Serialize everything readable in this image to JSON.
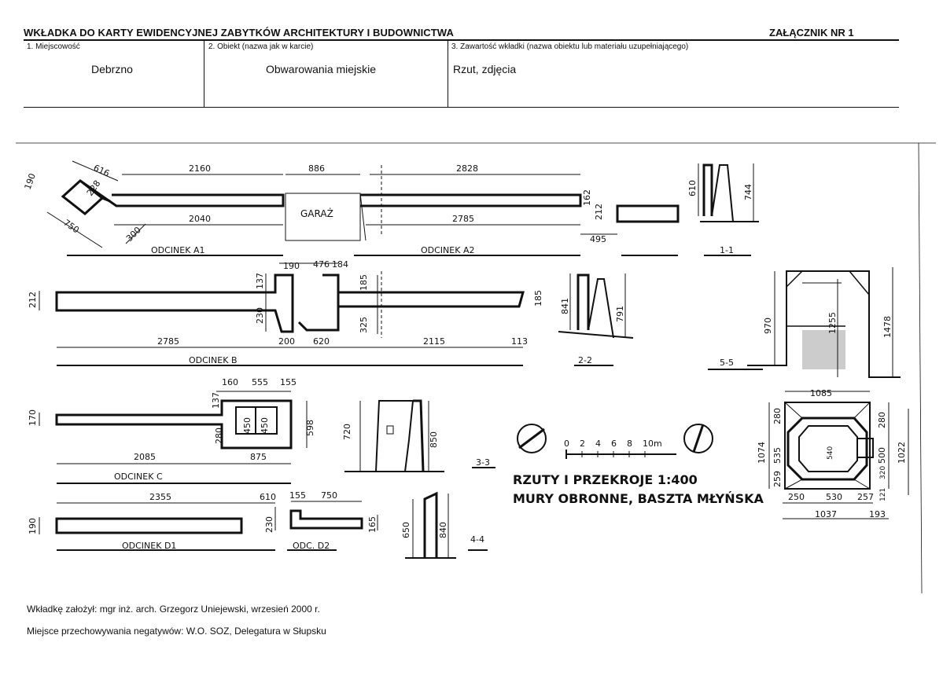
{
  "header": {
    "title": "WKŁADKA DO KARTY EWIDENCYJNEJ ZABYTKÓW ARCHITEKTURY I BUDOWNICTWA",
    "annex": "ZAŁĄCZNIK NR 1"
  },
  "fields": [
    {
      "label": "1. Miejscowość",
      "value": "Debrzno"
    },
    {
      "label": "2. Obiekt (nazwa jak w karcie)",
      "value": "Obwarowania miejskie"
    },
    {
      "label": "3. Zawartość wkładki (nazwa obiektu lub materiału uzupełniającego)",
      "value": "Rzut, zdjęcia"
    }
  ],
  "drawing": {
    "title_line1": "RZUTY I PRZEKROJE 1:400",
    "title_line2": "MURY OBRONNE, BASZTA MŁYŃSKA",
    "scale_ticks": [
      "0",
      "2",
      "4",
      "6",
      "8",
      "10m"
    ],
    "garage_label": "GARAŻ",
    "sections": {
      "a1": "ODCINEK A1",
      "a2": "ODCINEK A2",
      "b": "ODCINEK B",
      "c": "ODCINEK C",
      "d1": "ODCINEK D1",
      "d2": "ODC. D2",
      "s11": "1-1",
      "s22": "2-2",
      "s33": "3-3",
      "s44": "4-4",
      "s55": "5-5"
    },
    "dimensions": {
      "a_top_left": "2160",
      "a_top_mid": "886",
      "a_top_right": "2828",
      "a_616": "616",
      "a_190": "190",
      "a_228": "228",
      "a_750": "750",
      "a_300": "300",
      "a_2040": "2040",
      "a_2785": "2785",
      "a_162": "162",
      "a_212": "212",
      "a_495": "495",
      "s11_610": "610",
      "s11_744": "744",
      "b_190": "190",
      "b_476": "476",
      "b_184": "184",
      "b_212": "212",
      "b_137": "137",
      "b_230": "230",
      "b_185": "185",
      "b_325": "325",
      "b_185r": "185",
      "b_2785": "2785",
      "b_200": "200",
      "b_620": "620",
      "b_2115": "2115",
      "b_113": "113",
      "s22_841": "841",
      "s22_791": "791",
      "s55_970": "970",
      "s55_1255": "1255",
      "s55_1478": "1478",
      "c_160": "160",
      "c_555": "555",
      "c_155": "155",
      "c_170": "170",
      "c_137": "137",
      "c_280": "280",
      "c_450a": "450",
      "c_450b": "450",
      "c_598": "598",
      "c_2085": "2085",
      "c_875": "875",
      "s33_720": "720",
      "s33_850": "850",
      "t_1085": "1085",
      "t_1074": "1074",
      "t_280l": "280",
      "t_535": "535",
      "t_259": "259",
      "t_540": "540",
      "t_280r": "280",
      "t_500": "500",
      "t_320": "320",
      "t_1022": "1022",
      "t_121": "121",
      "t_250": "250",
      "t_530": "530",
      "t_257": "257",
      "t_1037": "1037",
      "t_193": "193",
      "d_2355": "2355",
      "d_610": "610",
      "d_155": "155",
      "d_750": "750",
      "d_190": "190",
      "d_230": "230",
      "d_165": "165",
      "s44_650": "650",
      "s44_840": "840"
    }
  },
  "footer": {
    "founded": "Wkładkę założył:  mgr inż. arch. Grzegorz Uniejewski, wrzesień 2000 r.",
    "storage": "Miejsce przechowywania negatywów:  W.O. SOZ, Delegatura w Słupsku"
  }
}
